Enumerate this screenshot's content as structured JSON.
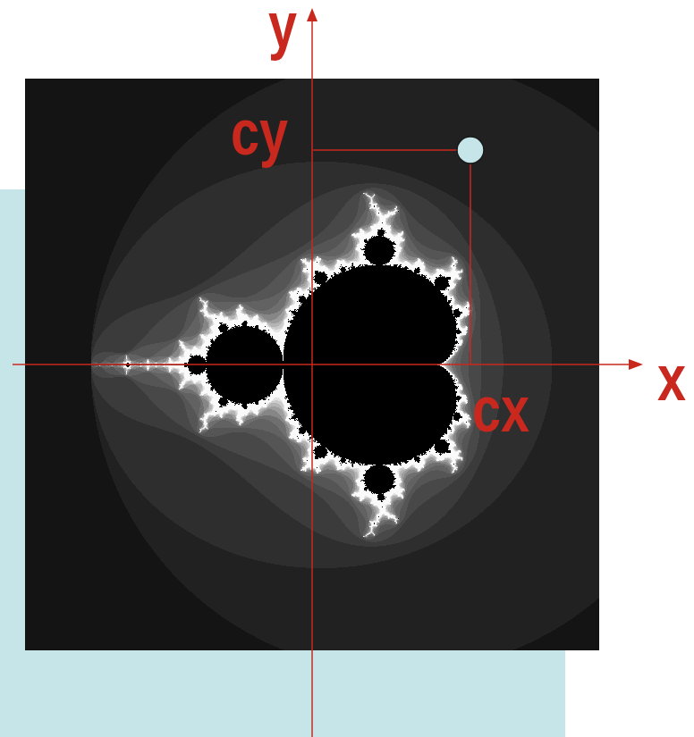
{
  "diagram": {
    "labels": [
      "y",
      "cy",
      "x",
      "cx"
    ]
  }
}
